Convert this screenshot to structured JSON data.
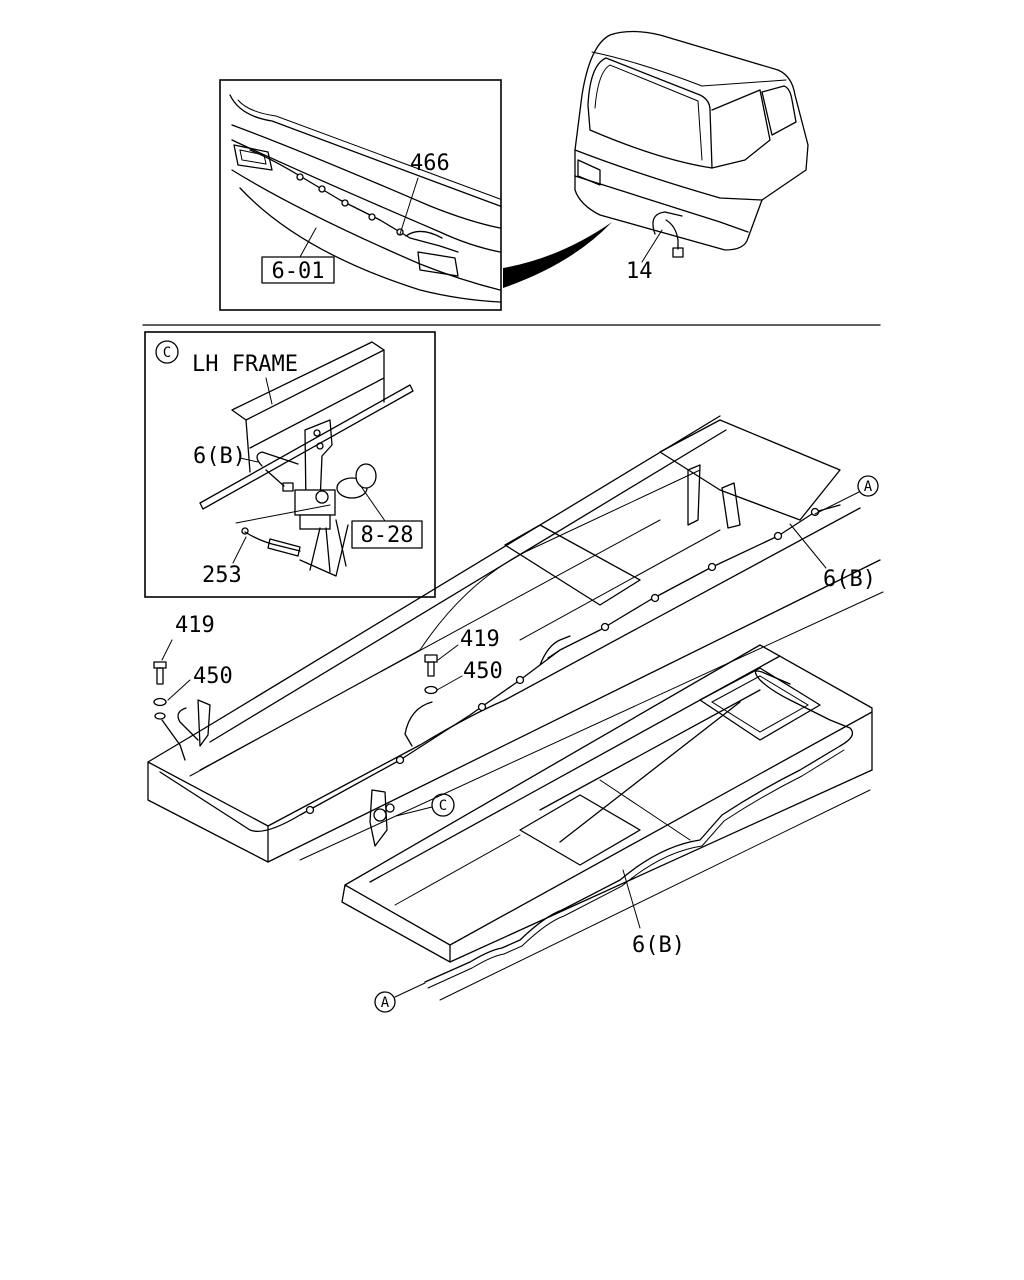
{
  "top_inset": {
    "callout_harness": "466",
    "callout_bumper": "6-01"
  },
  "cab": {
    "callout_connector": "14"
  },
  "detail_c": {
    "marker": "C",
    "frame_label": "LH FRAME",
    "callout_harness": "6(B)",
    "callout_valve": "8-28",
    "callout_wire": "253"
  },
  "frame": {
    "marker_a_top": "A",
    "callout_harness_right": "6(B)",
    "callout_bolt_left": "419",
    "callout_washer_left": "450",
    "callout_bolt_mid": "419",
    "callout_washer_mid": "450",
    "marker_c": "C",
    "callout_harness_bottom": "6(B)",
    "marker_a_bottom": "A"
  }
}
